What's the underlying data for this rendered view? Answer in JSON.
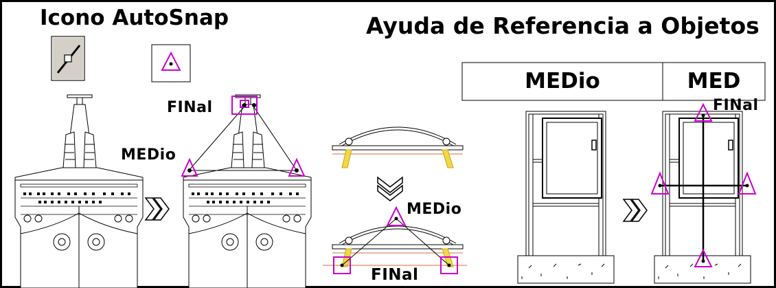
{
  "titles": {
    "icon_title": "Icono AutoSnap",
    "main_title": "Ayuda de Referencia a Objetos"
  },
  "header_table": {
    "col1": "MEDio",
    "col2": "MED"
  },
  "labels": {
    "final_ship": "FINal",
    "medio_ship": "MEDio",
    "medio_bridge": "MEDio",
    "final_bridge": "FINal",
    "final_door": "FINal"
  },
  "colors": {
    "marker": "#cc00cc",
    "bridge_leg": "#f2d64b",
    "line": "#000000",
    "ground_line": "#e3a07a"
  },
  "icons": {
    "toolbar_icon": "midpoint-snap-icon",
    "autosnap_icon": "triangle-midpoint-icon",
    "arrow": "double-chevron-icon"
  }
}
